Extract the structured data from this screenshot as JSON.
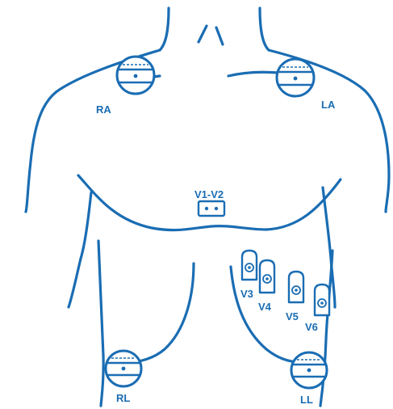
{
  "colors": {
    "stroke": "#1a6db3",
    "background": "#ffffff"
  },
  "labels": {
    "ra": "RA",
    "la": "LA",
    "v1v2": "V1-V2",
    "v3": "V3",
    "v4": "V4",
    "v5": "V5",
    "v6": "V6",
    "rl": "RL",
    "ll": "LL"
  }
}
